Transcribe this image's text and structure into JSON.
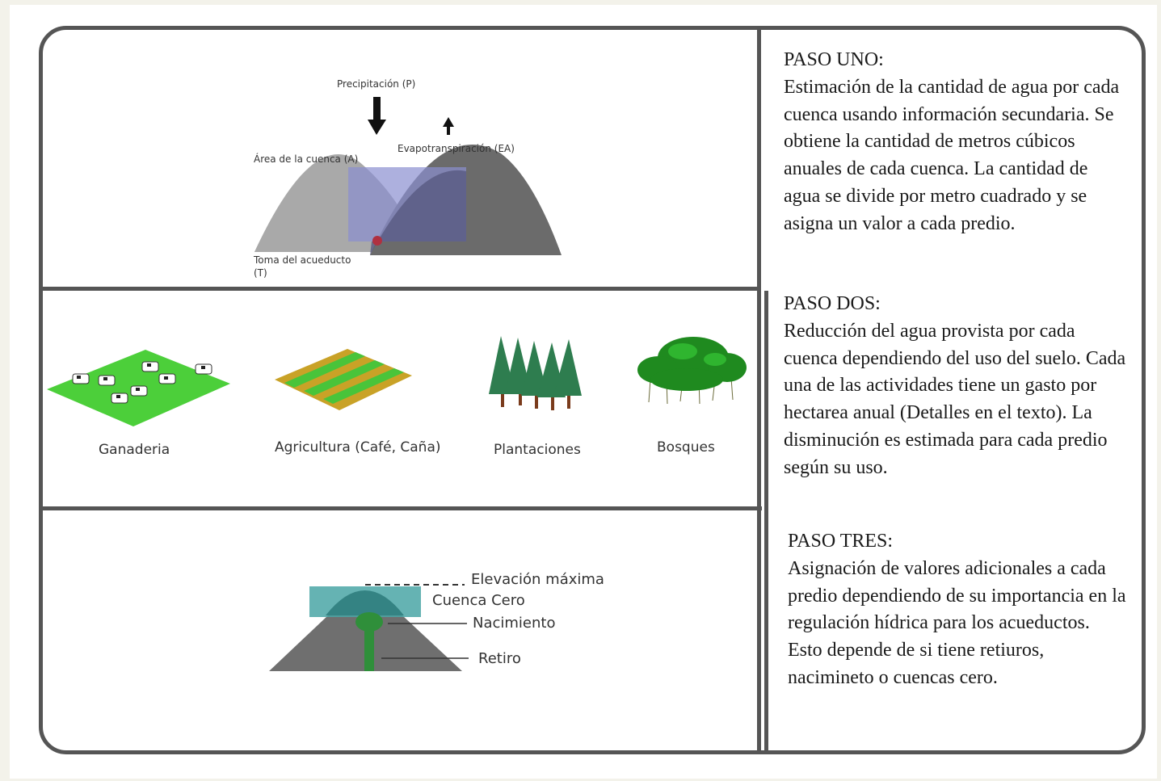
{
  "steps": [
    {
      "title": "PASO UNO:",
      "body": "Estimación de la cantidad de agua por cada cuenca usando información secundaria. Se obtiene la cantidad de metros cúbicos anuales de cada cuenca. La cantidad de agua se divide por metro cuadrado y se asigna un valor a cada predio."
    },
    {
      "title": "PASO DOS:",
      "body": "Reducción del agua provista por cada cuenca dependiendo del uso del suelo. Cada una de las actividades tiene un gasto por hectarea anual (Detalles en el texto). La disminución es estimada para cada predio según su uso."
    },
    {
      "title": "PASO TRES:",
      "body": "Asignación de valores adicionales a cada predio dependiendo de su importancia en la regulación hídrica para los acueductos. Esto depende de si tiene retiuros, nacimineto o cuencas cero."
    }
  ],
  "watershed": {
    "precipitation": "Precipitación (P)",
    "evapotranspiration": "Evapotranspiración (EA)",
    "basin_area": "Área de la cuenca (A)",
    "intake_line1": "Toma del acueducto",
    "intake_line2": "(T)"
  },
  "land_uses": [
    {
      "label": "Ganaderia",
      "icon": "cattle-pasture-icon"
    },
    {
      "label": "Agricultura (Café, Caña)",
      "icon": "crop-field-icon"
    },
    {
      "label": "Plantaciones",
      "icon": "tree-plantation-icon"
    },
    {
      "label": "Bosques",
      "icon": "forest-icon"
    }
  ],
  "hill": {
    "max_elevation": "Elevación máxima",
    "zero_basin": "Cuenca Cero",
    "spring": "Nacimiento",
    "setback": "Retiro"
  },
  "colors": {
    "frame": "#555555",
    "hill_gray": "#6f6f6f",
    "basin_overlay": "#8a8fd0",
    "grass": "#4ccf3a",
    "tree_green": "#2e7d4f",
    "forest_green": "#1f8a1f",
    "zero_basin_teal": "#4aa6a6",
    "spring_green": "#2f8f3a"
  }
}
